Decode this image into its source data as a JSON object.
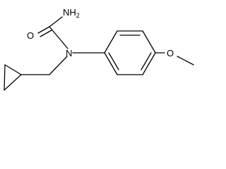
{
  "atoms": {
    "amine": {
      "symbol": "NH",
      "subscript": "2"
    },
    "carbonyl_oxygen": {
      "symbol": "O"
    },
    "nitrogen": {
      "symbol": "N"
    },
    "ether_oxygen": {
      "symbol": "O"
    }
  }
}
